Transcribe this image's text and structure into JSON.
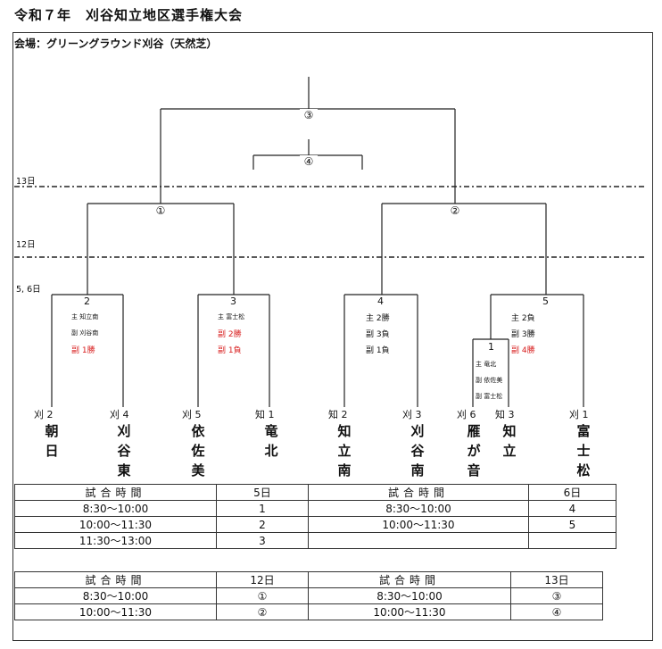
{
  "header": {
    "title": "令和７年　刈谷知立地区選手権大会",
    "venue": "会場：グリーングラウンド刈谷（天然芝）"
  },
  "days": {
    "d13": "13日",
    "d12": "12日",
    "d56": "5, 6日"
  },
  "rounds": {
    "r1": "①",
    "r2": "②",
    "r3": "③",
    "r4": "④"
  },
  "matches": [
    {
      "no": "2",
      "lines": [
        {
          "text": "主 知立南",
          "color": "#111111"
        },
        {
          "text": "副 刈谷南",
          "color": "#111111"
        },
        {
          "text": "副 1勝",
          "color": "#d81e1e"
        }
      ]
    },
    {
      "no": "3",
      "lines": [
        {
          "text": "主 富士松",
          "color": "#111111"
        },
        {
          "text": "副 2勝",
          "color": "#d81e1e"
        },
        {
          "text": "副 1負",
          "color": "#d81e1e"
        }
      ]
    },
    {
      "no": "4",
      "lines": [
        {
          "text": "主 2勝",
          "color": "#111111"
        },
        {
          "text": "副 3負",
          "color": "#111111"
        },
        {
          "text": "副 1負",
          "color": "#111111"
        }
      ]
    },
    {
      "no": "5",
      "lines": [
        {
          "text": "主 2負",
          "color": "#111111"
        },
        {
          "text": "副 3勝",
          "color": "#111111"
        },
        {
          "text": "副 4勝",
          "color": "#d81e1e"
        }
      ]
    },
    {
      "no": "1",
      "lines": [
        {
          "text": "主 竜北",
          "color": "#111111"
        },
        {
          "text": "副 依佐美",
          "color": "#111111"
        },
        {
          "text": "副 富士松",
          "color": "#111111"
        }
      ]
    }
  ],
  "teams": [
    {
      "seed": "刈 2",
      "name": "朝日"
    },
    {
      "seed": "刈 4",
      "name": "刈谷東"
    },
    {
      "seed": "刈 5",
      "name": "依佐美"
    },
    {
      "seed": "知 1",
      "name": "竜北"
    },
    {
      "seed": "知 2",
      "name": "知立南"
    },
    {
      "seed": "刈 3",
      "name": "刈谷南"
    },
    {
      "seed": "刈 6",
      "name": "雁が音"
    },
    {
      "seed": "知 3",
      "name": "知立"
    },
    {
      "seed": "刈 1",
      "name": "富士松"
    }
  ],
  "schedule1": {
    "header": [
      "試合時間",
      "5日",
      "試合時間",
      "6日"
    ],
    "rows": [
      [
        "8:30〜10:00",
        "1",
        "8:30〜10:00",
        "4"
      ],
      [
        "10:00〜11:30",
        "2",
        "10:00〜11:30",
        "5"
      ],
      [
        "11:30〜13:00",
        "3",
        "",
        ""
      ]
    ]
  },
  "schedule2": {
    "header": [
      "試合時間",
      "12日",
      "試合時間",
      "13日"
    ],
    "rows": [
      [
        "8:30〜10:00",
        "①",
        "8:30〜10:00",
        "③"
      ],
      [
        "10:00〜11:30",
        "②",
        "10:00〜11:30",
        "④"
      ]
    ]
  }
}
